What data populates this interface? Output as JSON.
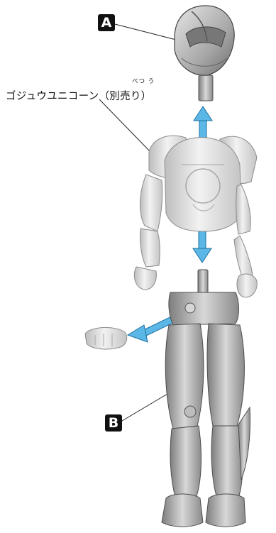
{
  "labels": {
    "part_a": "A",
    "part_b": "B"
  },
  "caption": {
    "name": "ゴジュウユニコーン",
    "note": "（別売り）",
    "note_reading": "べつ う"
  },
  "colors": {
    "arrow": "#5bb8e6",
    "plastic": "#d2d2d2",
    "plastic_dark": "#8a8a8a",
    "badge": "#111111"
  },
  "icons": [
    "arrow-up-icon",
    "arrow-down-icon",
    "arrow-left-icon"
  ]
}
